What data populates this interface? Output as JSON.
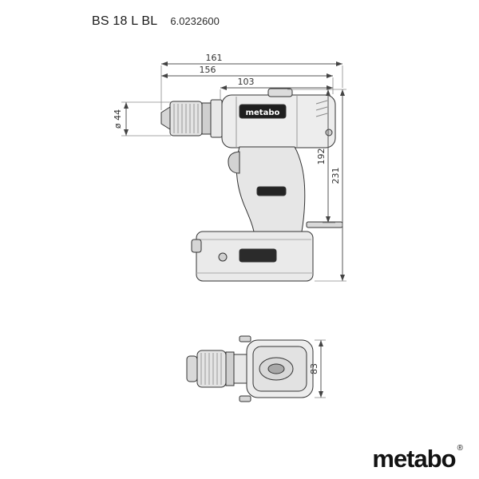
{
  "header": {
    "model": "BS 18 L BL",
    "order_number": "6.0232600"
  },
  "dimensions": {
    "total_length": "161",
    "length_to_housing_rear": "156",
    "housing_length": "103",
    "chuck_diameter": "ø 44",
    "height_to_belt_hook": "192",
    "total_height": "231",
    "tool_width": "83"
  },
  "tool_markings": {
    "housing_brand": "metabo"
  },
  "logo": {
    "brand": "metabo",
    "registered": "®"
  }
}
